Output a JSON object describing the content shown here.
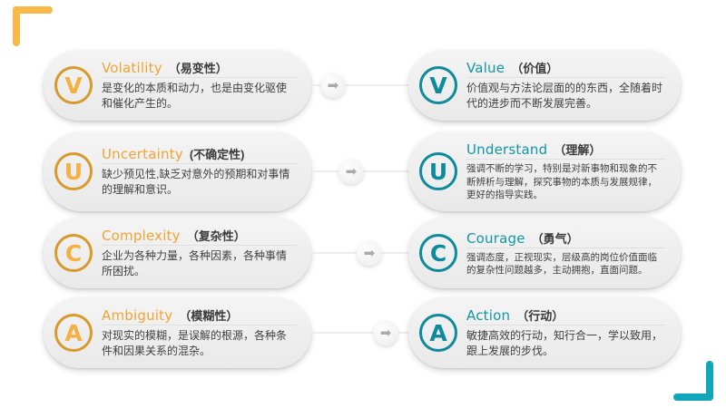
{
  "decor": {
    "top_left_bracket_color": "#f6bköp",
    "corner_top_left": {
      "name": "top-left-bracket",
      "color": "#f7b košt"
    },
    "corner_bottom_right": {
      "name": "bottom-right-bracket",
      "color": "#12a6bb"
    }
  },
  "colors": {
    "amber": "#f0a533",
    "amber_ring": "#d79a2b",
    "teal": "#1296a8",
    "teal_ring": "#0d8a9c",
    "card_bg": "#efefef",
    "page_bg": "#ffffff"
  },
  "arrow": {
    "glyph": "➡",
    "name": "arrow-right-icon"
  },
  "rows": [
    {
      "left": {
        "letter": "V",
        "title_en": "Volatility",
        "title_cn": "（易变性）",
        "desc": "是变化的本质和动力，也是由变化驱使和催化产生的。"
      },
      "right": {
        "letter": "V",
        "title_en": "Value",
        "title_cn": "（价值）",
        "desc": "价值观与方法论层面的的东西，全随着时代的进步而不断发展完善。"
      }
    },
    {
      "left": {
        "letter": "U",
        "title_en": "Uncertainty",
        "title_cn": "(不确定性)",
        "desc": "缺少预见性,缺乏对意外的预期和对事情的理解和意识。"
      },
      "right": {
        "letter": "U",
        "title_en": "Understand",
        "title_cn": "（理解）",
        "desc": "强调不断的学习，特别是对新事物和现象的不断辨析与理解，探究事物的本质与发展规律，更好的指导实践。"
      }
    },
    {
      "left": {
        "letter": "C",
        "title_en": "Complexity",
        "title_cn": "（复杂性）",
        "desc": "企业为各种力量，各种因素，各种事情所困扰。"
      },
      "right": {
        "letter": "C",
        "title_en": "Courage",
        "title_cn": "（勇气）",
        "desc": "强调态度，正视现实，层级高的岗位价值面临的复杂性问题越多，主动拥抱，直面问题。"
      }
    },
    {
      "left": {
        "letter": "A",
        "title_en": "Ambiguity",
        "title_cn": "（模糊性）",
        "desc": "对现实的模糊，是误解的根源，各种条件和因果关系的混杂。"
      },
      "right": {
        "letter": "A",
        "title_en": "Action",
        "title_cn": "（行动）",
        "desc": "敏捷高效的行动，知行合一，学以致用，跟上发展的步伐。"
      }
    }
  ]
}
